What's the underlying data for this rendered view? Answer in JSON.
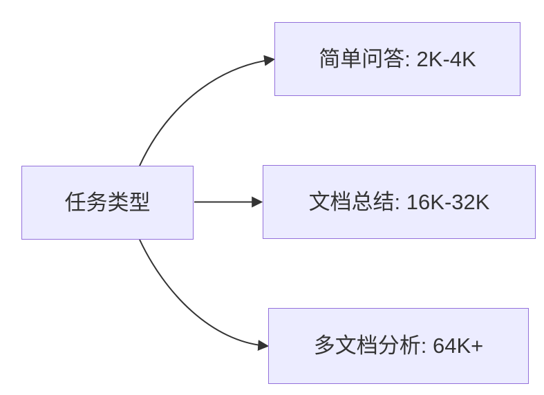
{
  "diagram": {
    "type": "flowchart",
    "direction": "left-to-right",
    "colors": {
      "background": "#ffffff",
      "node_fill": "#ececff",
      "node_border": "#9370db",
      "text": "#333333",
      "edge": "#333333"
    },
    "nodes": [
      {
        "id": "task-type",
        "label": "任务类型"
      },
      {
        "id": "simple-qa",
        "label": "简单问答: 2K-4K"
      },
      {
        "id": "doc-summary",
        "label": "文档总结: 16K-32K"
      },
      {
        "id": "multi-doc",
        "label": "多文档分析: 64K+"
      }
    ],
    "edges": [
      {
        "from": "task-type",
        "to": "simple-qa"
      },
      {
        "from": "task-type",
        "to": "doc-summary"
      },
      {
        "from": "task-type",
        "to": "multi-doc"
      }
    ]
  }
}
